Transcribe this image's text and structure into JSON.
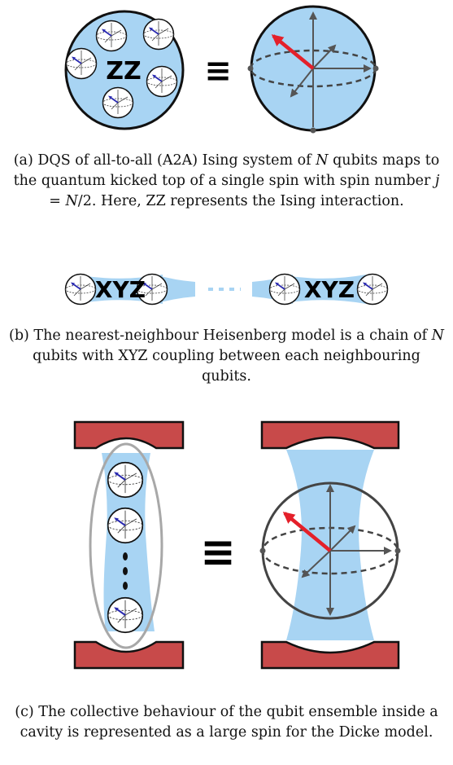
{
  "panel_a": {
    "label": "ZZ",
    "equiv": "≡",
    "caption": {
      "prefix": "(a) DQS of all-to-all (A2A) Ising system of",
      "n": "N",
      "mid": "qubits maps to the quantum kicked top of a single spin with spin number",
      "j": "j",
      "eq": "= ",
      "nfrac": "N",
      "suffix": "/2. Here, ZZ represents the Ising interaction."
    }
  },
  "panel_b": {
    "label_left": "XYZ",
    "label_right": "XYZ",
    "caption": {
      "prefix": "(b) The nearest-neighbour Heisenberg model is a chain of",
      "n": "N",
      "suffix": "qubits with XYZ coupling between each neighbouring qubits."
    }
  },
  "panel_c": {
    "equiv": "≡",
    "caption": "(c) The collective behaviour of the qubit ensemble inside a cavity is represented as a large spin for the Dicke model."
  },
  "colors": {
    "light_blue": "#a8d4f3",
    "dark_red": "#c84a4a",
    "arrow_red": "#e4202a",
    "arrow_blue": "#2a2ab0",
    "grey": "#555555",
    "ellipse_grey": "#a8a8a8"
  }
}
